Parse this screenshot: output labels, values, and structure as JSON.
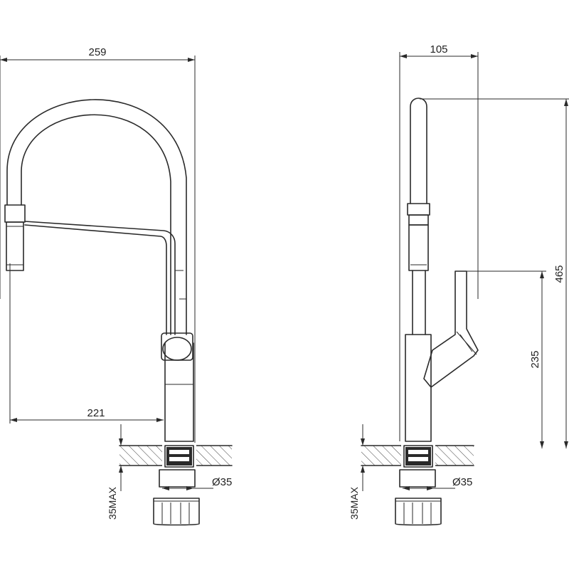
{
  "front_view": {
    "dimensions": {
      "overall_width": "259",
      "spout_reach": "221",
      "hole_diameter": "Ø35",
      "deck_thickness": "35MAX"
    }
  },
  "side_view": {
    "dimensions": {
      "body_depth": "105",
      "total_height": "465",
      "handle_height": "235",
      "hole_diameter": "Ø35",
      "deck_thickness": "35MAX"
    }
  }
}
